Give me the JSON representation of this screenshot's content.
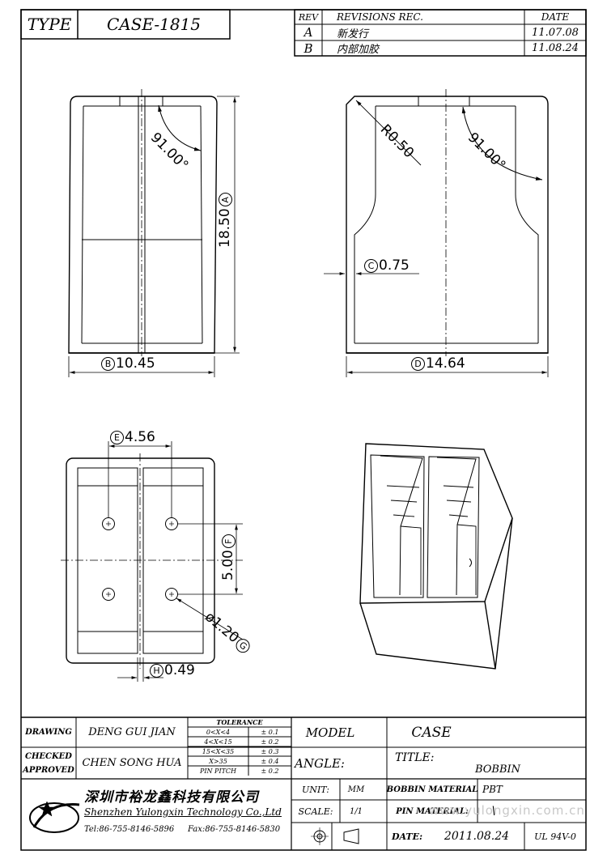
{
  "header": {
    "type_label": "TYPE",
    "type_value": "CASE-1815",
    "rev_col": "REV",
    "revisions_col": "REVISIONS REC.",
    "date_col": "DATE",
    "revisions": [
      {
        "rev": "A",
        "desc": "新发行",
        "date": "11.07.08"
      },
      {
        "rev": "B",
        "desc": "内部加胶",
        "date": "11.08.24"
      }
    ]
  },
  "dimensions": {
    "side_angle": "91.00°",
    "height": "18.50",
    "height_tag": "A",
    "width_b": "10.45",
    "width_b_tag": "B",
    "radius": "R0.50",
    "front_angle": "91.00°",
    "wall": "0.75",
    "wall_tag": "C",
    "width_d": "14.64",
    "width_d_tag": "D",
    "pitch_x": "4.56",
    "pitch_x_tag": "E",
    "pitch_y": "5.00",
    "pitch_y_tag": "F",
    "hole": "ø1.20",
    "hole_tag": "G",
    "rib": "0.49",
    "rib_tag": "H"
  },
  "title_block": {
    "drawing_label": "DRAWING",
    "drawing_value": "DENG GUI JIAN",
    "checked_label": "CHECKED",
    "approved_label": "APPROVED",
    "checked_value": "CHEN SONG HUA",
    "tolerance_title": "TOLERANCE",
    "tolerances": [
      {
        "range": "0<X<4",
        "tol": "± 0.1"
      },
      {
        "range": "4<X<15",
        "tol": "± 0.2"
      },
      {
        "range": "15<X<35",
        "tol": "± 0.3"
      },
      {
        "range": "X>35",
        "tol": "± 0.4"
      },
      {
        "range": "PIN PITCH",
        "tol": "± 0.2"
      }
    ],
    "model_label": "MODEL",
    "model_value": "CASE",
    "angle_label": "ANGLE:",
    "title_label": "TITLE:",
    "title_value": "BOBBIN",
    "company_cn": "深圳市裕龙鑫科技有限公司",
    "company_en": "Shenzhen Yulongxin Technology Co.,Ltd",
    "tel": "Tel:86-755-8146-5896",
    "fax": "Fax:86-755-8146-5830",
    "unit_label": "UNIT:",
    "unit_value": "MM",
    "scale_label": "SCALE:",
    "scale_value": "1/1",
    "bobbin_material_label": "BOBBIN MATERIAL",
    "bobbin_material_value": "PBT",
    "pin_material_label": "PIN MATERIAL:",
    "pin_material_value": "\\",
    "date_label": "DATE:",
    "date_value": "2011.08.24",
    "ul_value": "UL 94V-0",
    "watermark": "www.yulongxin.com.cn"
  }
}
